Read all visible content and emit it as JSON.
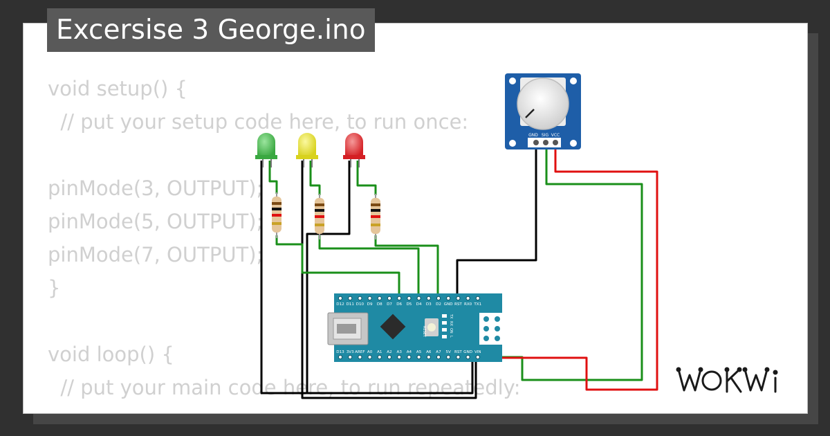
{
  "project": {
    "title": "Excersise 3 George.ino"
  },
  "code": {
    "lines": [
      "void setup() {",
      "  // put your setup code here, to run once:",
      "",
      "pinMode(3, OUTPUT);",
      "pinMode(5, OUTPUT);",
      "pinMode(7, OUTPUT);",
      "}",
      "",
      "void loop() {",
      "  // put your main code here, to run repeatedly:"
    ]
  },
  "components": {
    "leds": [
      {
        "name": "green-led",
        "color": "#43b64a"
      },
      {
        "name": "yellow-led",
        "color": "#e9e42b"
      },
      {
        "name": "red-led",
        "color": "#e3262b"
      }
    ],
    "potentiometer": {
      "pins": [
        "GND",
        "SIG",
        "VCC"
      ]
    },
    "arduino_nano": {
      "top_pins": [
        "D12",
        "D11",
        "D10",
        "D9",
        "D8",
        "D7",
        "D6",
        "D5",
        "D4",
        "D3",
        "D2",
        "GND",
        "RST",
        "RX0",
        "TX1"
      ],
      "bottom_pins": [
        "D13",
        "3V3",
        "AREF",
        "A0",
        "A1",
        "A2",
        "A3",
        "A4",
        "A5",
        "A6",
        "A7",
        "5V",
        "RST",
        "GND",
        "VIN"
      ],
      "reset_label": "RESET",
      "led_labels": [
        "TX",
        "RX",
        "ON",
        "L"
      ]
    }
  },
  "wire_colors": {
    "green": "#1a8f1a",
    "red": "#e01010",
    "black": "#000000"
  },
  "brand": {
    "logo": "WOKWi"
  }
}
